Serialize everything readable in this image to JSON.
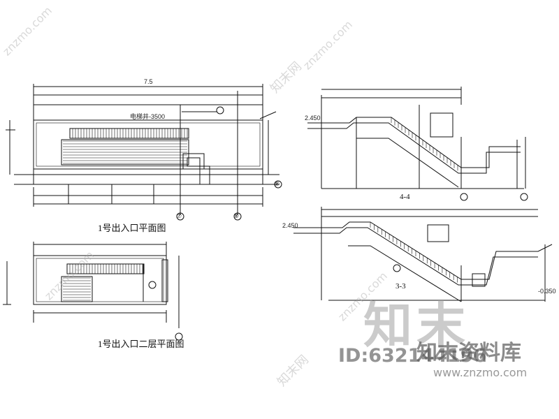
{
  "titles": {
    "plan_upper": "1号出入口平面图",
    "plan_lower": "1号出入口二层平面图",
    "section_4": "4-4",
    "section_3": "3-3"
  },
  "dimensions": {
    "total_top": "7.5",
    "esc_label": "电梯井-3500",
    "elev_left": "2.450",
    "elev_right": "2.450",
    "elev_low": "-0.350"
  },
  "axis_markers": [
    "⑦",
    "⑧",
    "⑨"
  ],
  "watermark": {
    "brand_cn": "知末",
    "site_cn": "知末资料库",
    "id_text": "ID:632144196",
    "url": "www.znzmo.com",
    "diag": "znzmo.com",
    "logo_small": "知末网"
  },
  "colors": {
    "line": "#111111",
    "watermark": "#a0a0a0"
  }
}
